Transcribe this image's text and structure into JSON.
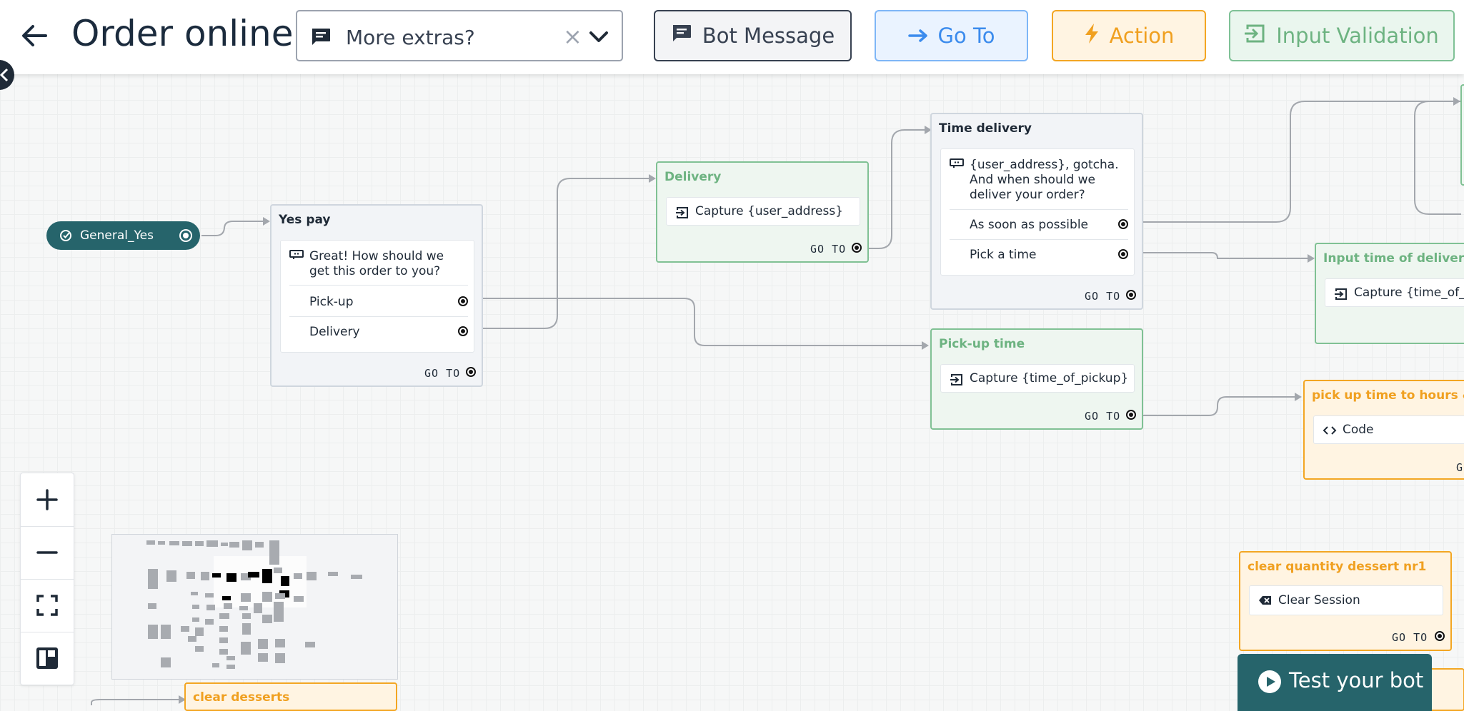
{
  "header": {
    "title": "Order online",
    "selector_value": "More extras?",
    "buttons": {
      "bot_message": "Bot Message",
      "go_to": "Go To",
      "action": "Action",
      "input_validation": "Input Validation"
    }
  },
  "nodes": {
    "general_yes": {
      "label": "General_Yes"
    },
    "yes_pay": {
      "title": "Yes pay",
      "message": "Great! How should we get this order to you?",
      "options": [
        "Pick-up",
        "Delivery"
      ],
      "goto": "GO TO"
    },
    "delivery": {
      "title": "Delivery",
      "capture": "Capture {user_address}",
      "goto": "GO TO"
    },
    "time_delivery": {
      "title": "Time delivery",
      "message": "{user_address}, gotcha. And when should we deliver your order?",
      "options": [
        "As soon as possible",
        "Pick a time"
      ],
      "goto": "GO TO"
    },
    "pickup_time": {
      "title": "Pick-up time",
      "capture": "Capture {time_of_pickup}",
      "goto": "GO TO"
    },
    "input_time_delivery": {
      "title": "Input time of delivery",
      "capture": "Capture {time_of_d"
    },
    "pickup_hours": {
      "title": "pick up time to hours & mi",
      "code": "Code",
      "goto": "G"
    },
    "clear_quantity": {
      "title": "clear quantity dessert nr1",
      "action": "Clear Session",
      "goto": "GO TO"
    },
    "clear_desserts": {
      "title": "clear desserts"
    }
  },
  "controls": {
    "test_bot": "Test your bot"
  },
  "colors": {
    "teal": "#26646b",
    "green": "#6db381",
    "orange": "#f0a020",
    "blue": "#3b8bed",
    "dark": "#1f2a37"
  }
}
